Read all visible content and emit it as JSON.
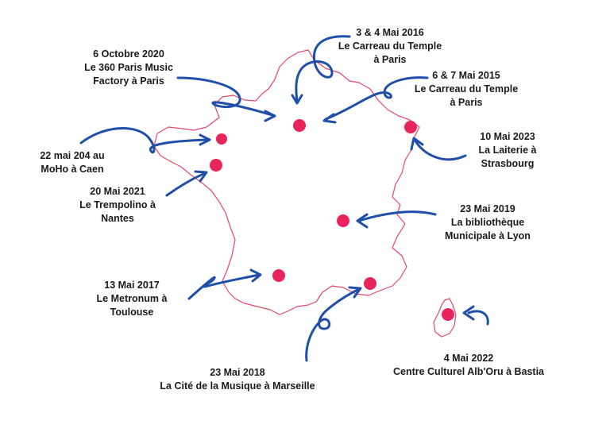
{
  "colors": {
    "outline": "#e8476a",
    "marker": "#e8245c",
    "arrow": "#1f4fa8",
    "text": "#1a1a1a"
  },
  "events": [
    {
      "id": "paris-2020",
      "lines": [
        "6 Octobre 2020",
        "Le 360 Paris Music",
        "Factory à Paris"
      ]
    },
    {
      "id": "paris-2016",
      "lines": [
        "3 & 4 Mai 2016",
        "Le Carreau du Temple",
        "à Paris"
      ]
    },
    {
      "id": "paris-2015",
      "lines": [
        "6 & 7 Mai 2015",
        "Le Carreau du Temple",
        "à Paris"
      ]
    },
    {
      "id": "caen",
      "lines": [
        "22 mai 204 au",
        "MoHo à Caen"
      ]
    },
    {
      "id": "strasbourg",
      "lines": [
        "10 Mai 2023",
        "La Laiterie à",
        "Strasbourg"
      ]
    },
    {
      "id": "nantes",
      "lines": [
        "20 Mai 2021",
        "Le Trempolino à",
        "Nantes"
      ]
    },
    {
      "id": "lyon",
      "lines": [
        "23 Mai 2019",
        "La bibliothèque",
        "Municipale à Lyon"
      ]
    },
    {
      "id": "toulouse",
      "lines": [
        "13 Mai 2017",
        "Le Metronum à",
        "Toulouse"
      ]
    },
    {
      "id": "bastia",
      "lines": [
        "4 Mai 2022",
        "Centre Culturel Alb'Oru à Bastia"
      ]
    },
    {
      "id": "marseille",
      "lines": [
        "23 Mai 2018",
        "La Cité de la Musique à Marseille"
      ]
    }
  ]
}
